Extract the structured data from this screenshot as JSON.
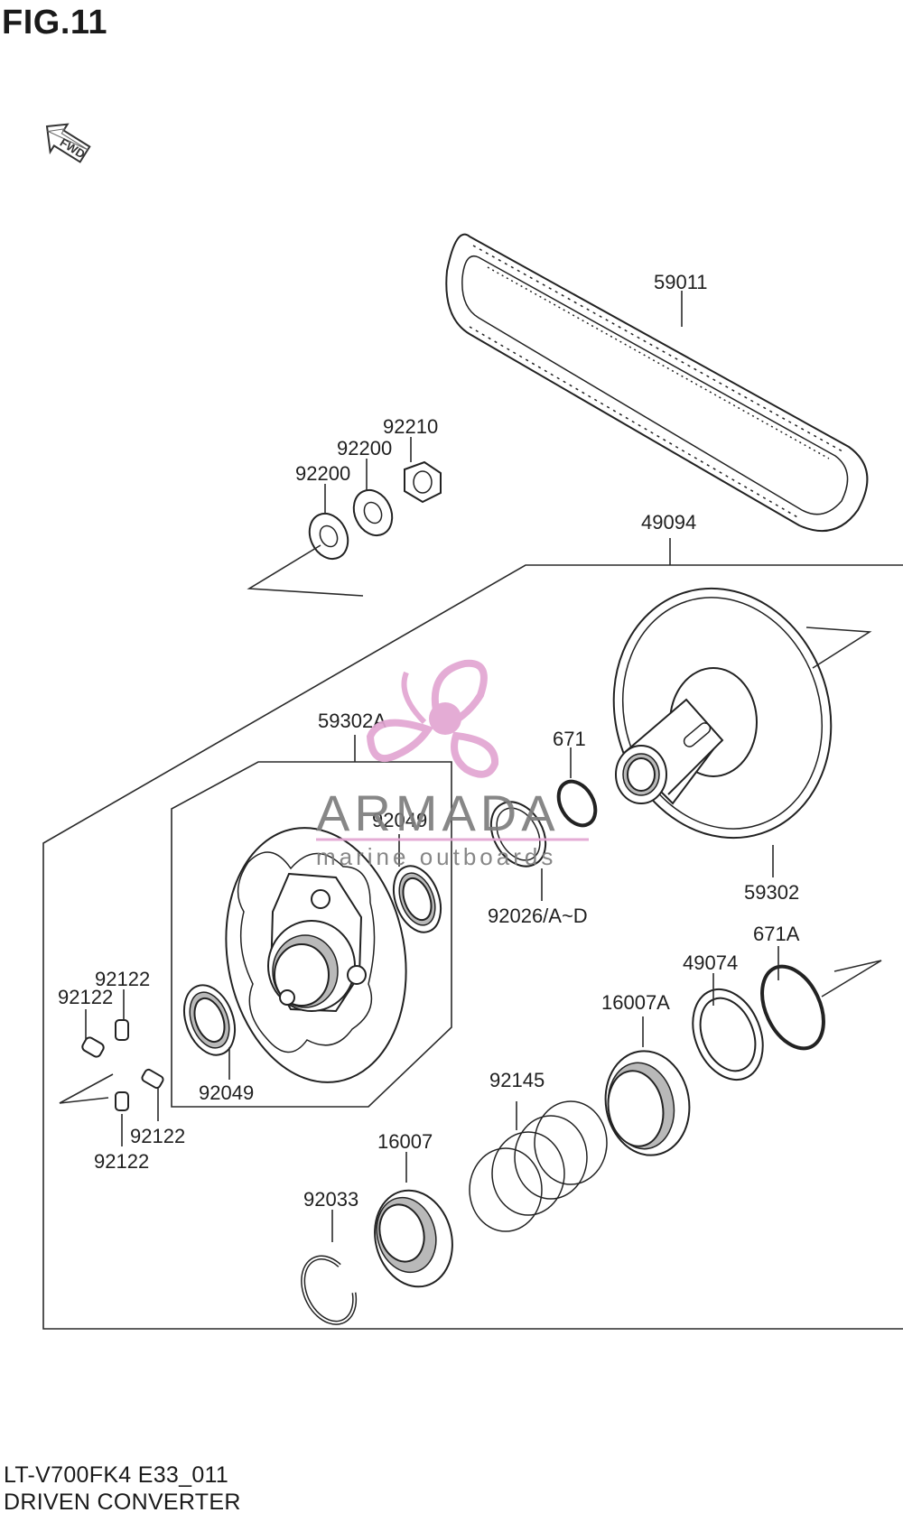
{
  "figure": {
    "title": "FIG.11",
    "model_code": "LT-V700FK4 E33_011",
    "assembly_name": "DRIVEN CONVERTER"
  },
  "direction_badge": {
    "label": "FWD",
    "icon": "fwd-arrow-icon"
  },
  "watermark": {
    "brand": "ARMADA",
    "tagline": "marine outboards",
    "color": "#e2a6d2",
    "text_color": "#7d7d7d"
  },
  "callouts": {
    "belt": "59011",
    "nut": "92210",
    "washer_upper": "92200",
    "washer_lower": "92200",
    "converter_assy": "49094",
    "fixed_face_assy": "59302A",
    "oring_small": "671",
    "seal_a_upper": "92049",
    "bearing_set": "92026/A~D",
    "movable_face": "59302",
    "oring_large": "671A",
    "spacer": "49074",
    "cam_a": "16007A",
    "grease_fitting_1": "92122",
    "grease_fitting_2": "92122",
    "grease_fitting_3": "92122",
    "grease_fitting_4": "92122",
    "seal_a_lower": "92049",
    "spring": "92145",
    "cam": "16007",
    "snap_ring": "92033"
  }
}
